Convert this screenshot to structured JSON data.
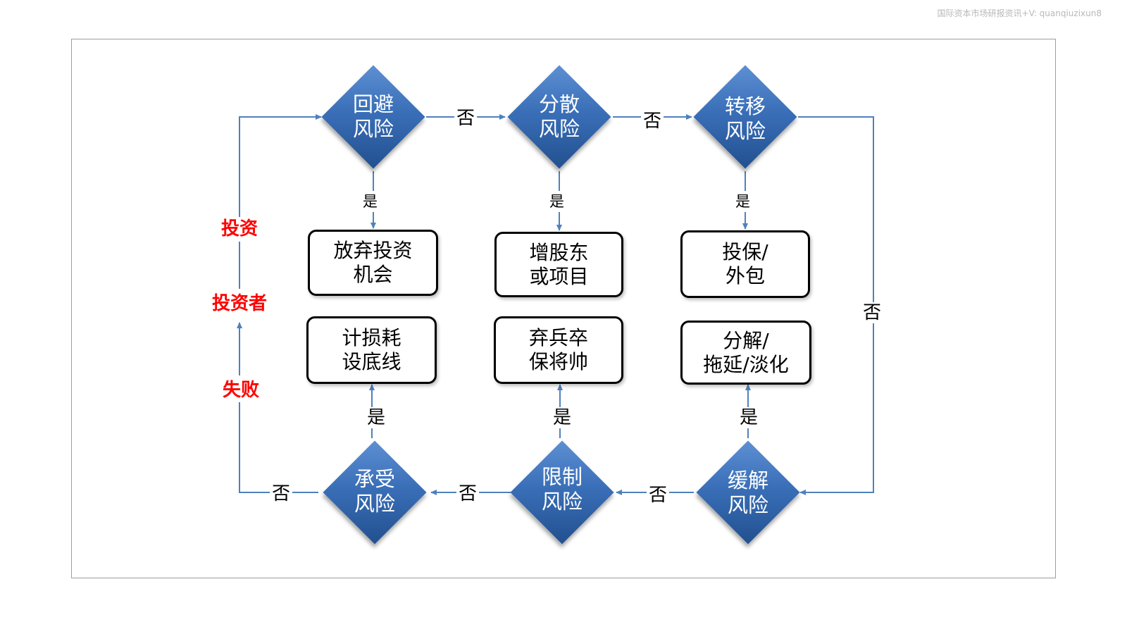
{
  "watermark": "国际资本市场研报资讯+V: quanqiuzixun8",
  "diamonds": {
    "avoid": "回避\n风险",
    "diversify": "分散\n风险",
    "transfer": "转移\n风险",
    "accept": "承受\n风险",
    "limit": "限制\n风险",
    "mitigate": "缓解\n风险"
  },
  "boxes": {
    "abandon": "放弃投资\n机会",
    "add_shareholder": "增股东\n或项目",
    "insure": "投保/\n外包",
    "bottom_line": "计损耗\n设底线",
    "sacrifice": "弃兵卒\n保将帅",
    "decompose": "分解/\n拖延/淡化"
  },
  "labels": {
    "yes": "是",
    "no": "否"
  },
  "left_side": {
    "investment": "投资",
    "investor": "投资者",
    "failure": "失败"
  },
  "colors": {
    "diamond_fill": "#3a6fb8",
    "connector": "#4f81bd",
    "highlight_text": "#ff0000"
  }
}
